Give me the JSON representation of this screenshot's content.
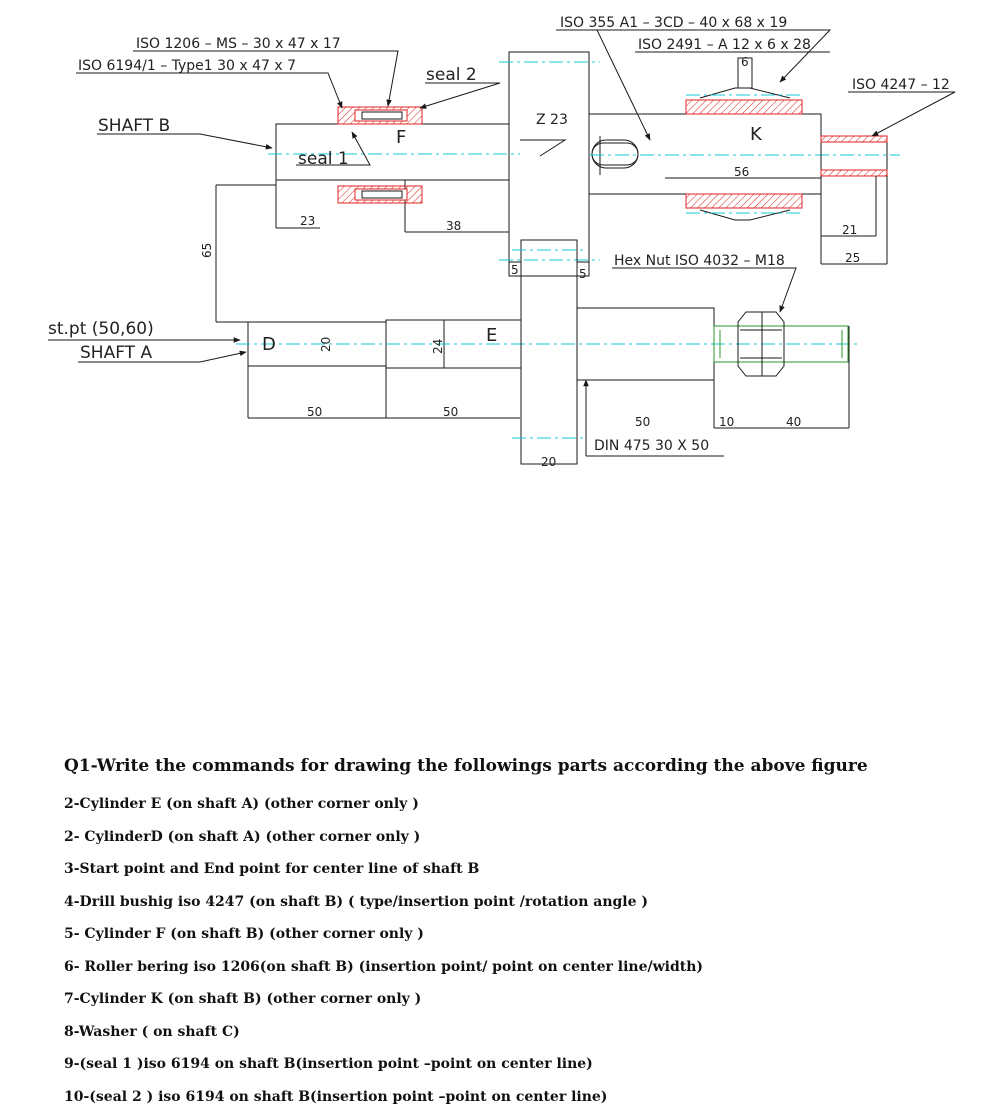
{
  "drawing": {
    "labels": {
      "iso355": "ISO 355 A1 – 3CD – 40 x 68 x 19",
      "iso2491": "ISO 2491 – A 12 x 6 x 28",
      "iso1206": "ISO 1206 – MS  – 30 x 47 x 17",
      "iso6194": "ISO 6194/1 – Type1 30 x 47 x 7",
      "seal2": "seal 2",
      "iso4247": "ISO 4247 – 12",
      "shaftB": "SHAFT B",
      "seal1": "seal 1",
      "hexnut": "Hex Nut ISO 4032 – M18",
      "stpt": "st.pt (50,60)",
      "shaftA": "SHAFT A",
      "din475": "DIN 475  30  X  50",
      "F": "F",
      "K": "K",
      "D": "D",
      "E": "E",
      "z23": "Z 23"
    },
    "dims": {
      "d6": "6",
      "d56": "56",
      "d23": "23",
      "d38": "38",
      "d65": "65",
      "d5a": "5",
      "d5b": "5",
      "d21": "21",
      "d25": "25",
      "d20a": "20",
      "d24": "24",
      "d50a": "50",
      "d50b": "50",
      "d50c": "50",
      "d10": "10",
      "d40": "40",
      "d20b": "20"
    }
  },
  "questions": {
    "title": "Q1-Write the commands for drawing  the followings parts  according the above figure",
    "items": [
      "2-Cylinder E (on shaft A) (other corner only )",
      "2- CylinderD (on shaft A) (other corner only  )",
      "3-Start point and End point for center line of  shaft B",
      "4-Drill bushig iso 4247 (on shaft B) ( type/insertion point /rotation angle )",
      "5- Cylinder F (on shaft B) (other corner only  )",
      "6- Roller bering iso 1206(on shaft B) (insertion point/ point on center line/width)",
      "7-Cylinder K (on shaft B) (other corner only  )",
      "8-Washer ( on shaft C)",
      "9-(seal  1 )iso 6194  on shaft B(insertion point –point on center line)",
      "10-(seal 2 ) iso 6194  on shaft B(insertion point –point on center line)"
    ]
  }
}
